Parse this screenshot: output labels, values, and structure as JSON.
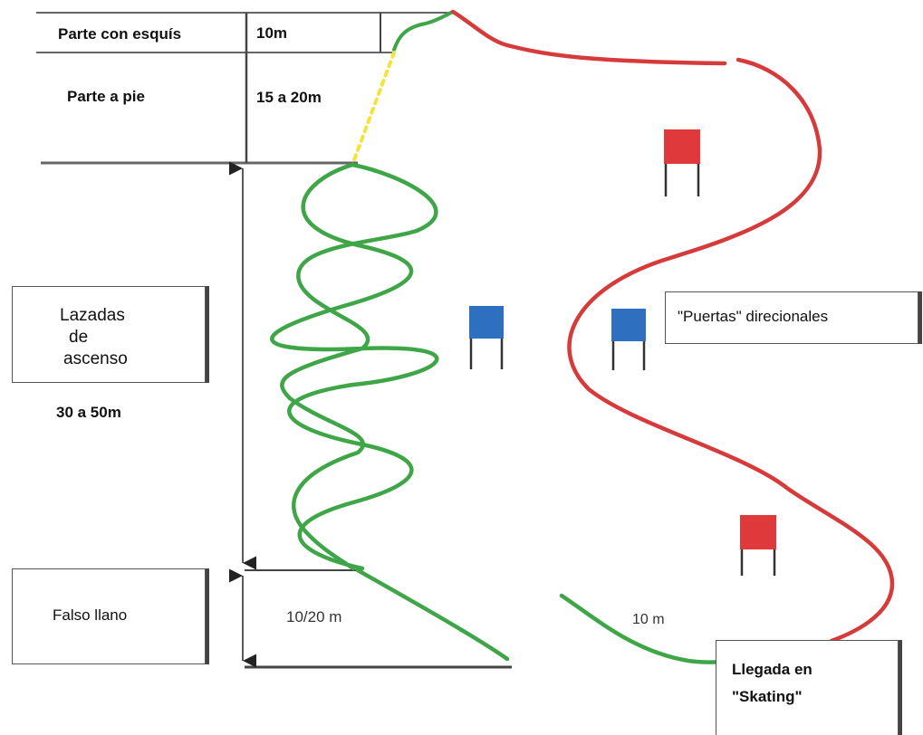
{
  "labels": {
    "parte_con_esquis": "Parte con esquís",
    "parte_a_pie": "Parte a pie",
    "lazadas_line1": "Lazadas",
    "lazadas_line2": "de",
    "lazadas_line3": "ascenso",
    "dist_lazadas": "30 a 50m",
    "falso_llano": "Falso llano",
    "dist_ski": "10m",
    "dist_pie": "15 a 20m",
    "dist_falso": "10/20 m",
    "dist_final": "10 m",
    "puertas": "\"Puertas\" direcionales",
    "llegada_line1": "Llegada en",
    "llegada_line2": "\"Skating\""
  },
  "colors": {
    "green_track": "#3fa648",
    "red_track": "#d63b3b",
    "yellow_dotted": "#f2e43a",
    "red_gate": "#e0393b",
    "blue_gate": "#2e6fbf",
    "lines": "#555555"
  }
}
